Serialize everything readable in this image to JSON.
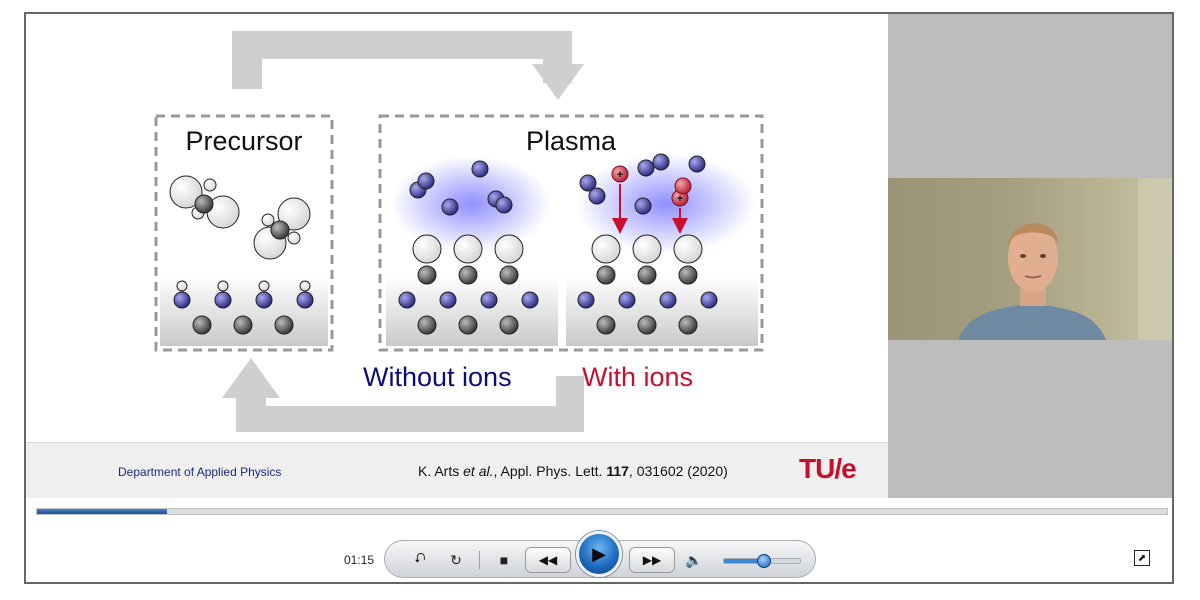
{
  "slide": {
    "precursor_label": "Precursor",
    "plasma_label": "Plasma",
    "without_ions_label": "Without ions",
    "with_ions_label": "With ions",
    "plus_sign": "+",
    "footer": {
      "department": "Department of Applied Physics",
      "citation_prefix": "K. Arts ",
      "citation_italic": "et al.",
      "citation_journal": ", Appl. Phys. Lett. ",
      "citation_volume": "117",
      "citation_rest": ", 031602 (2020)",
      "logo_text": "TU/e"
    },
    "colors": {
      "label_blue": "#0d0d7a",
      "label_red": "#c8102e",
      "arrow_gray": "#cfcfcf",
      "ion_red": "#d95a66",
      "atom_blue": "#3f3f9e"
    }
  },
  "player": {
    "time": "01:15",
    "progress_fraction": 0.115,
    "volume_fraction": 0.52,
    "icons": [
      "repeat-shuffle-icon",
      "replay-icon",
      "stop-icon",
      "rewind-icon",
      "play-icon",
      "fast-forward-icon",
      "volume-icon",
      "popout-icon"
    ]
  }
}
